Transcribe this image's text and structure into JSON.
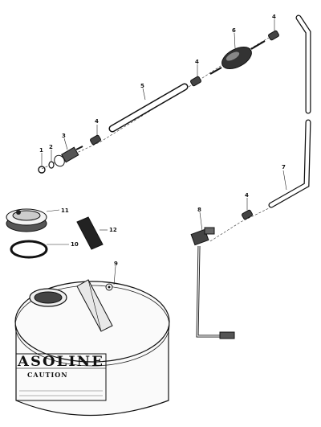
{
  "figure": {
    "part_numbers": [
      "1",
      "2",
      "3",
      "4",
      "4",
      "4",
      "4",
      "5",
      "6",
      "7",
      "8",
      "9",
      "10",
      "11",
      "12"
    ],
    "can_label": {
      "brand": "ASOLINE",
      "caution": "CAUTION"
    }
  }
}
